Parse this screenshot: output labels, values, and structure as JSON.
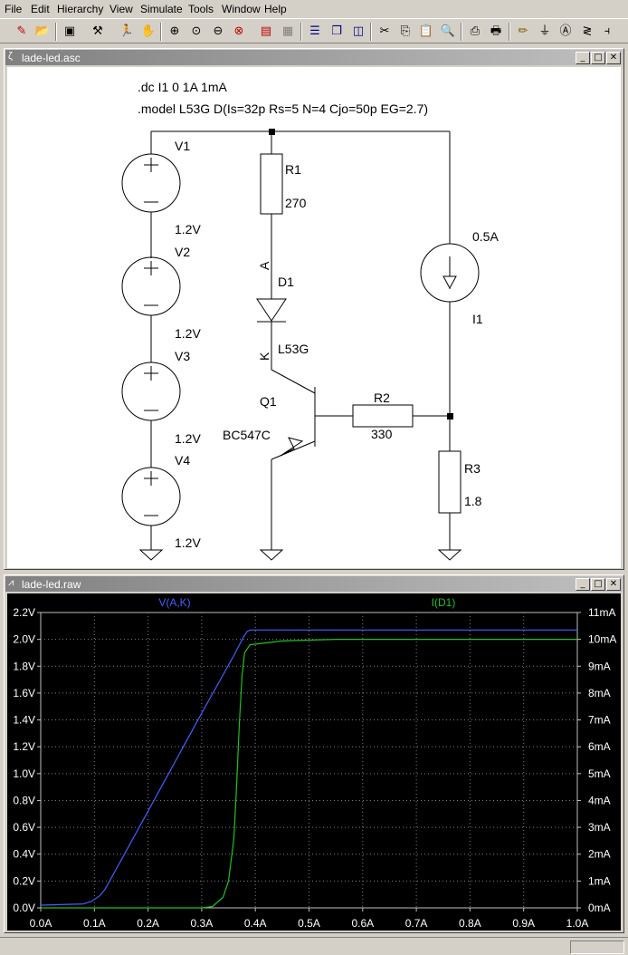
{
  "menu": [
    "File",
    "Edit",
    "Hierarchy",
    "View",
    "Simulate",
    "Tools",
    "Window",
    "Help"
  ],
  "toolbar_icons": [
    "new-schematic-icon",
    "open-folder-icon",
    "save-icon",
    "control-panel-icon",
    "run-icon",
    "pan-hand-icon",
    "zoom-in-icon",
    "zoom-area-icon",
    "zoom-out-icon",
    "zoom-cancel-icon",
    "autorange-icon",
    "grid-icon",
    "tile-horizontal-icon",
    "cascade-icon",
    "tile-vertical-icon",
    "cut-icon",
    "copy-icon",
    "paste-icon",
    "find-icon",
    "print-preview-icon",
    "print-icon",
    "draw-wire-icon",
    "ground-icon",
    "label-net-icon",
    "resistor-icon",
    "capacitor-icon"
  ],
  "schematic_window": {
    "title": "lade-led.asc"
  },
  "waveform_window": {
    "title": "lade-led.raw"
  },
  "schematic": {
    "directives": [
      ".dc I1 0 1A 1mA",
      ".model L53G D(Is=32p Rs=5 N=4 Cjo=50p EG=2.7)"
    ],
    "V1": {
      "name": "V1",
      "value": "1.2V"
    },
    "V2": {
      "name": "V2",
      "value": "1.2V"
    },
    "V3": {
      "name": "V3",
      "value": "1.2V"
    },
    "V4": {
      "name": "V4",
      "value": "1.2V"
    },
    "R1": {
      "name": "R1",
      "value": "270"
    },
    "R2": {
      "name": "R2",
      "value": "330"
    },
    "R3": {
      "name": "R3",
      "value": "1.8"
    },
    "D1": {
      "name": "D1",
      "value": "L53G",
      "anode": "A",
      "cathode": "K"
    },
    "Q1": {
      "name": "Q1",
      "value": "BC547C"
    },
    "I1": {
      "name": "I1",
      "value": "0.5A"
    }
  },
  "chart_data": {
    "type": "line",
    "title": "",
    "x_ticks": [
      "0.0A",
      "0.1A",
      "0.2A",
      "0.3A",
      "0.4A",
      "0.5A",
      "0.6A",
      "0.7A",
      "0.8A",
      "0.9A",
      "1.0A"
    ],
    "y_left_ticks": [
      "0.0V",
      "0.2V",
      "0.4V",
      "0.6V",
      "0.8V",
      "1.0V",
      "1.2V",
      "1.4V",
      "1.6V",
      "1.8V",
      "2.0V",
      "2.2V"
    ],
    "y_right_ticks": [
      "0mA",
      "1mA",
      "2mA",
      "3mA",
      "4mA",
      "5mA",
      "6mA",
      "7mA",
      "8mA",
      "9mA",
      "10mA",
      "11mA"
    ],
    "xlim": [
      0,
      1
    ],
    "ylim_left": [
      0,
      2.2
    ],
    "ylim_right": [
      0,
      11
    ],
    "grid": true,
    "background": "#000000",
    "series": [
      {
        "name": "V(A,K)",
        "axis": "left",
        "color": "#4060ff",
        "x": [
          0,
          0.08,
          0.095,
          0.11,
          0.12,
          0.2,
          0.3,
          0.36,
          0.378,
          0.385,
          0.39,
          1.0
        ],
        "y": [
          0.02,
          0.03,
          0.05,
          0.09,
          0.14,
          0.72,
          1.45,
          1.88,
          2.02,
          2.06,
          2.07,
          2.07
        ]
      },
      {
        "name": "I(D1)",
        "axis": "right",
        "color": "#20c020",
        "x": [
          0,
          0.3,
          0.32,
          0.34,
          0.35,
          0.36,
          0.365,
          0.37,
          0.375,
          0.38,
          0.39,
          0.45,
          0.55,
          1.0
        ],
        "y": [
          0,
          0,
          0.05,
          0.4,
          1.0,
          2.6,
          4.5,
          6.8,
          8.6,
          9.5,
          9.8,
          9.94,
          10.0,
          10.0
        ]
      }
    ]
  }
}
